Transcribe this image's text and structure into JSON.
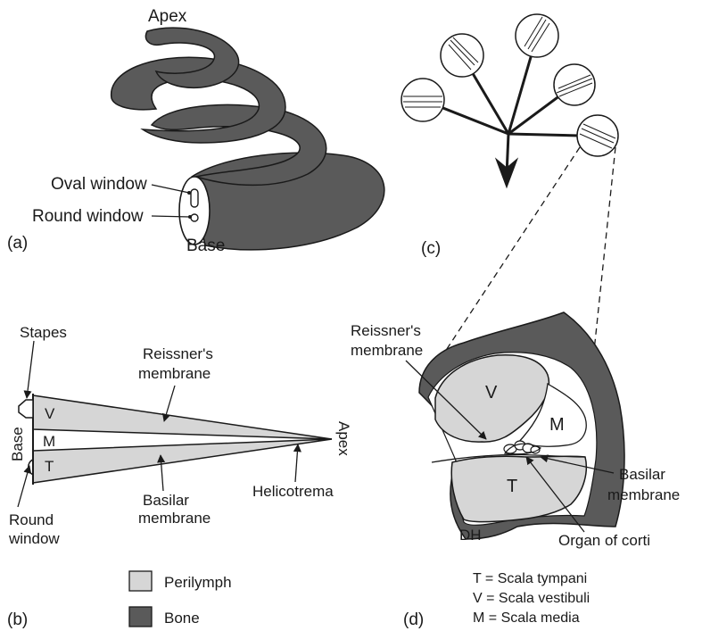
{
  "colors": {
    "bone": "#5a5a5a",
    "perilymph": "#d6d6d6",
    "stroke": "#1a1a1a",
    "background": "#ffffff"
  },
  "panel_a": {
    "panel_label": "(a)",
    "apex": "Apex",
    "oval_window": "Oval window",
    "round_window": "Round window",
    "base": "Base"
  },
  "panel_b": {
    "panel_label": "(b)",
    "stapes": "Stapes",
    "base": "Base",
    "round_window_line1": "Round",
    "round_window_line2": "window",
    "reissners_line1": "Reissner's",
    "reissners_line2": "membrane",
    "basilar_line1": "Basilar",
    "basilar_line2": "membrane",
    "helicotrema": "Helicotrema",
    "apex": "Apex",
    "v": "V",
    "m": "M",
    "t": "T"
  },
  "panel_c": {
    "panel_label": "(c)"
  },
  "panel_d": {
    "panel_label": "(d)",
    "reissners_line1": "Reissner's",
    "reissners_line2": "membrane",
    "v": "V",
    "m": "M",
    "t": "T",
    "dh": "DH",
    "basilar_line1": "Basilar",
    "basilar_line2": "membrane",
    "organ_of_corti": "Organ of corti"
  },
  "legend": {
    "perilymph": "Perilymph",
    "bone": "Bone"
  },
  "key": {
    "t": "T = Scala tympani",
    "v": "V = Scala vestibuli",
    "m": "M = Scala media"
  }
}
